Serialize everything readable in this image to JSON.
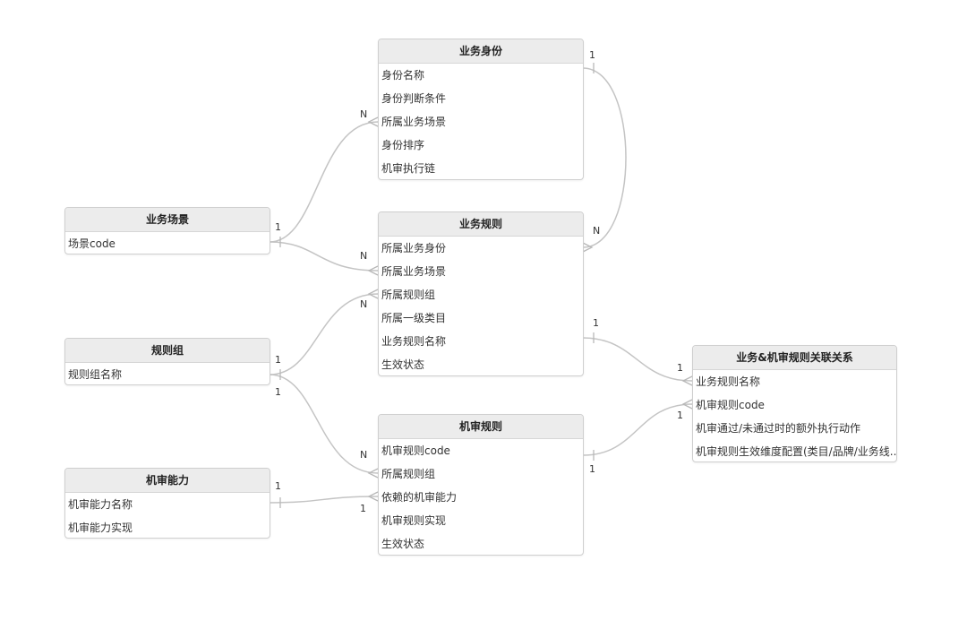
{
  "entities": {
    "yewu_shenfen": {
      "title": "业务身份",
      "fields": [
        "身份名称",
        "身份判断条件",
        "所属业务场景",
        "身份排序",
        "机审执行链"
      ]
    },
    "yewu_changjing": {
      "title": "业务场景",
      "fields": [
        "场景code"
      ]
    },
    "yewu_guize": {
      "title": "业务规则",
      "fields": [
        "所属业务身份",
        "所属业务场景",
        "所属规则组",
        "所属一级类目",
        "业务规则名称",
        "生效状态"
      ]
    },
    "guize_zu": {
      "title": "规则组",
      "fields": [
        "规则组名称"
      ]
    },
    "jishen_guize": {
      "title": "机审规则",
      "fields": [
        "机审规则code",
        "所属规则组",
        "依赖的机审能力",
        "机审规则实现",
        "生效状态"
      ]
    },
    "jishen_nengli": {
      "title": "机审能力",
      "fields": [
        "机审能力名称",
        "机审能力实现"
      ]
    },
    "guanlian": {
      "title": "业务&机审规则关联关系",
      "fields": [
        "业务规则名称",
        "机审规则code",
        "机审通过/未通过时的额外执行动作",
        "机审规则生效维度配置(类目/品牌/业务线...)"
      ]
    }
  },
  "relations": {
    "r1_one": "1",
    "r1_many": "N",
    "r2_many": "N",
    "r3_one": "1",
    "r3_many": "N",
    "r4_one": "1",
    "r4_many": "N",
    "r5_one": "1",
    "r5_many": "N",
    "r6_one": "1",
    "r6_many": "1",
    "r7_one": "1",
    "r7_many": "1"
  },
  "colors": {
    "header_bg": "#ececec",
    "border": "#cfcfcf",
    "line": "#c4c4c4"
  }
}
